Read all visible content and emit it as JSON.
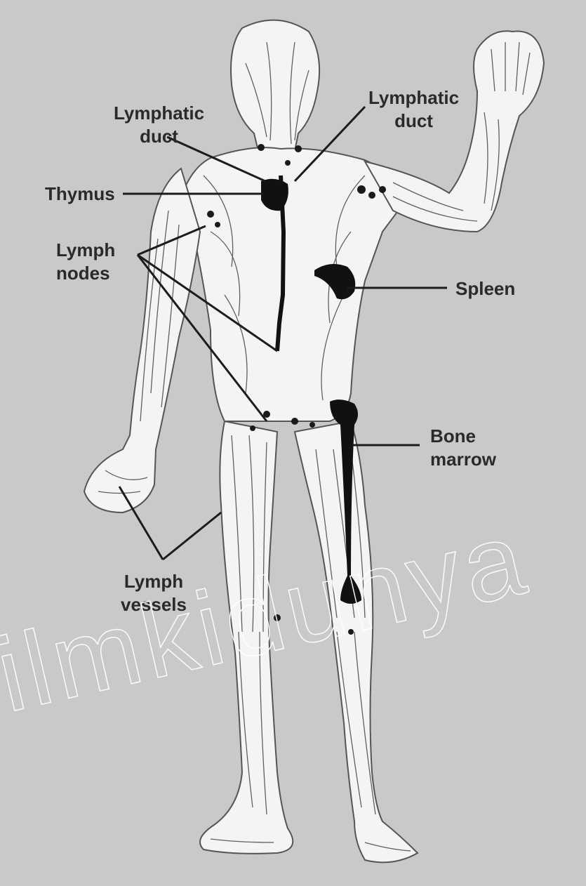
{
  "labels": {
    "lymphatic_duct_left": "Lymphatic\nduct",
    "lymphatic_duct_right": "Lymphatic\nduct",
    "thymus": "Thymus",
    "lymph_nodes": "Lymph\nnodes",
    "spleen": "Spleen",
    "bone_marrow": "Bone\nmarrow",
    "lymph_vessels": "Lymph\nvessels"
  },
  "watermark": "ilmkidunya",
  "colors": {
    "background": "#c9c9c9",
    "body_fill": "#f4f4f4",
    "organ": "#111111",
    "leader_line": "#1c1c1c",
    "vessel": "#3a3a3a"
  }
}
